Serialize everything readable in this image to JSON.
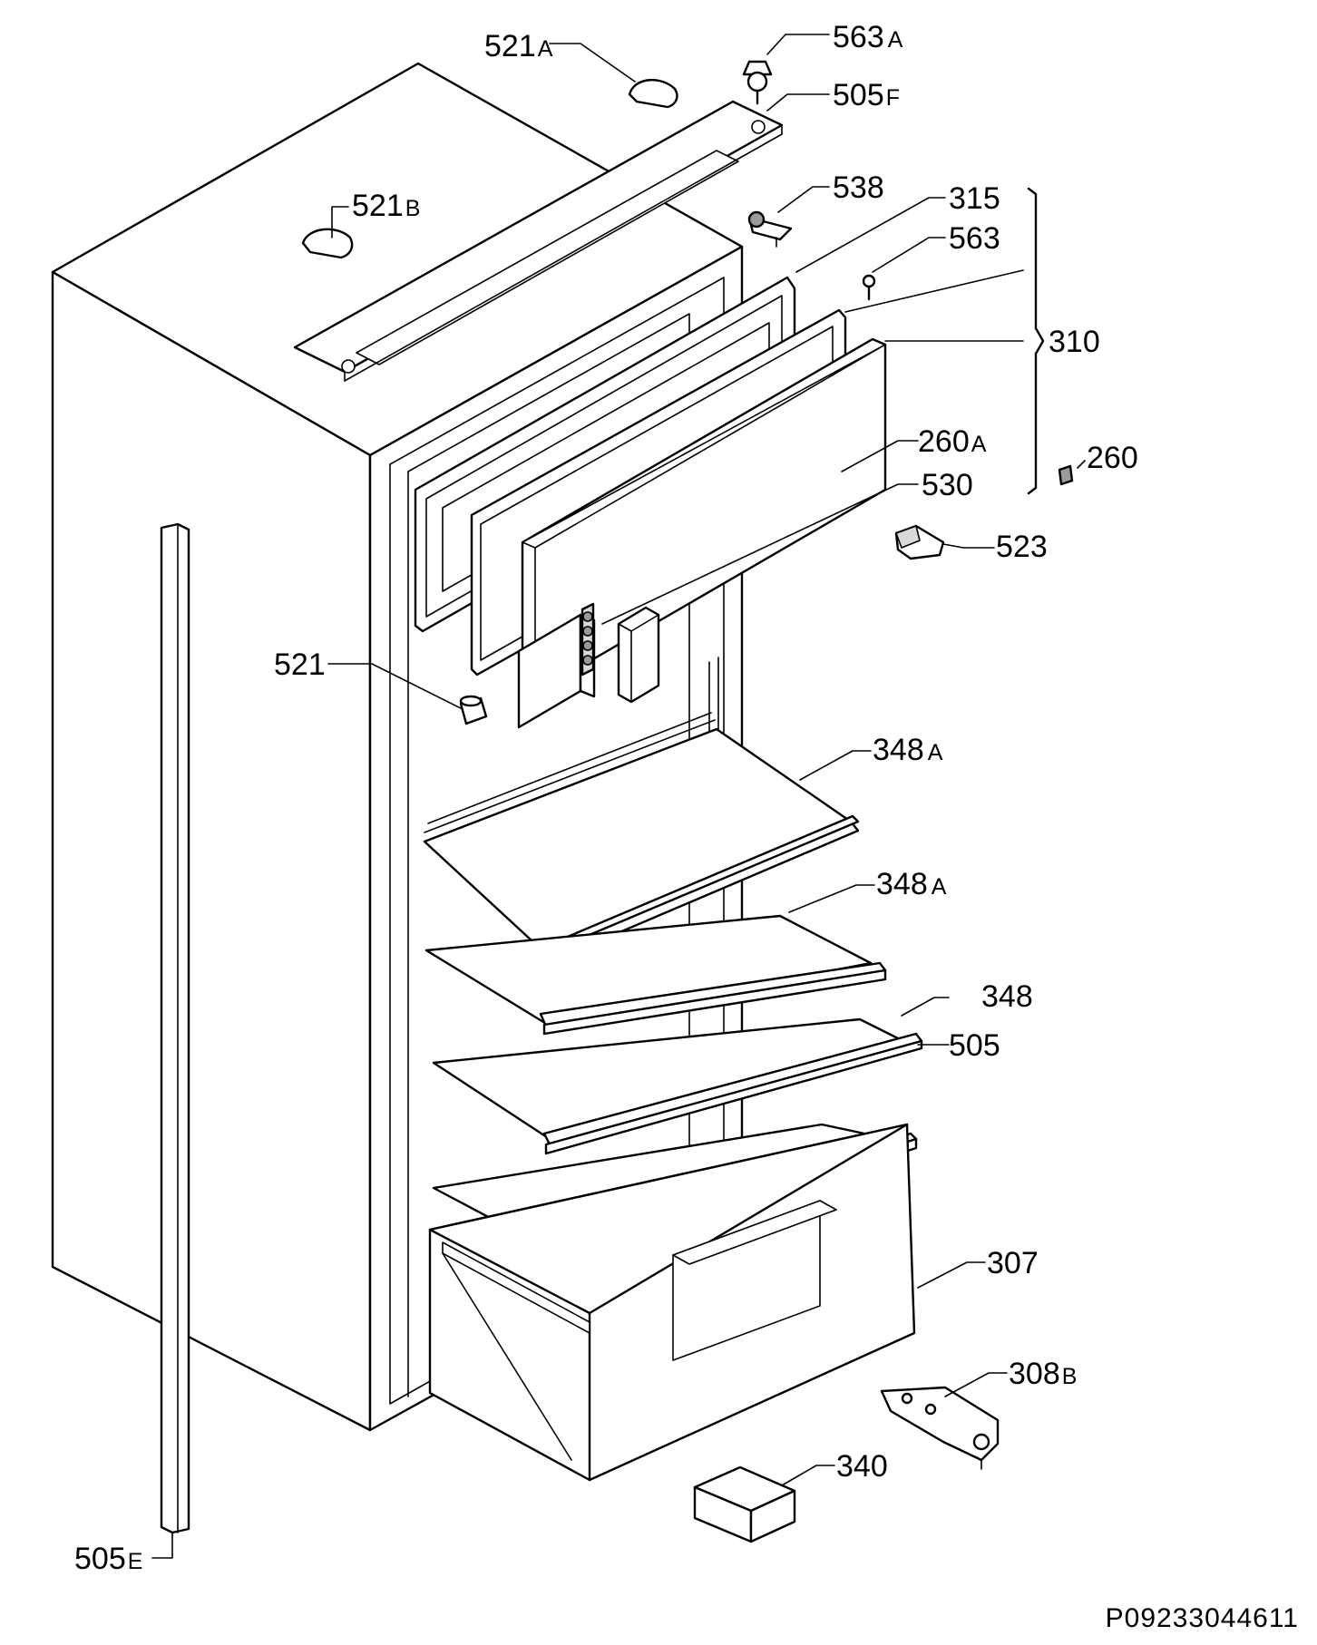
{
  "diagram": {
    "drawing_code": "P09233044611",
    "parts": [
      {
        "id": "563a",
        "number": "563",
        "suffix": "A"
      },
      {
        "id": "521a",
        "number": "521",
        "suffix": "A"
      },
      {
        "id": "505f",
        "number": "505",
        "suffix": "F"
      },
      {
        "id": "521b",
        "number": "521",
        "suffix": "B"
      },
      {
        "id": "538",
        "number": "538",
        "suffix": ""
      },
      {
        "id": "315",
        "number": "315",
        "suffix": ""
      },
      {
        "id": "563",
        "number": "563",
        "suffix": ""
      },
      {
        "id": "310",
        "number": "310",
        "suffix": ""
      },
      {
        "id": "260a",
        "number": "260",
        "suffix": "A"
      },
      {
        "id": "260",
        "number": "260",
        "suffix": ""
      },
      {
        "id": "530",
        "number": "530",
        "suffix": ""
      },
      {
        "id": "523",
        "number": "523",
        "suffix": ""
      },
      {
        "id": "521",
        "number": "521",
        "suffix": ""
      },
      {
        "id": "348a_1",
        "number": "348",
        "suffix": "A"
      },
      {
        "id": "348a_2",
        "number": "348",
        "suffix": "A"
      },
      {
        "id": "348",
        "number": "348",
        "suffix": ""
      },
      {
        "id": "505",
        "number": "505",
        "suffix": ""
      },
      {
        "id": "307",
        "number": "307",
        "suffix": ""
      },
      {
        "id": "308b",
        "number": "308",
        "suffix": "B"
      },
      {
        "id": "340",
        "number": "340",
        "suffix": ""
      },
      {
        "id": "505e",
        "number": "505",
        "suffix": "E"
      }
    ]
  }
}
